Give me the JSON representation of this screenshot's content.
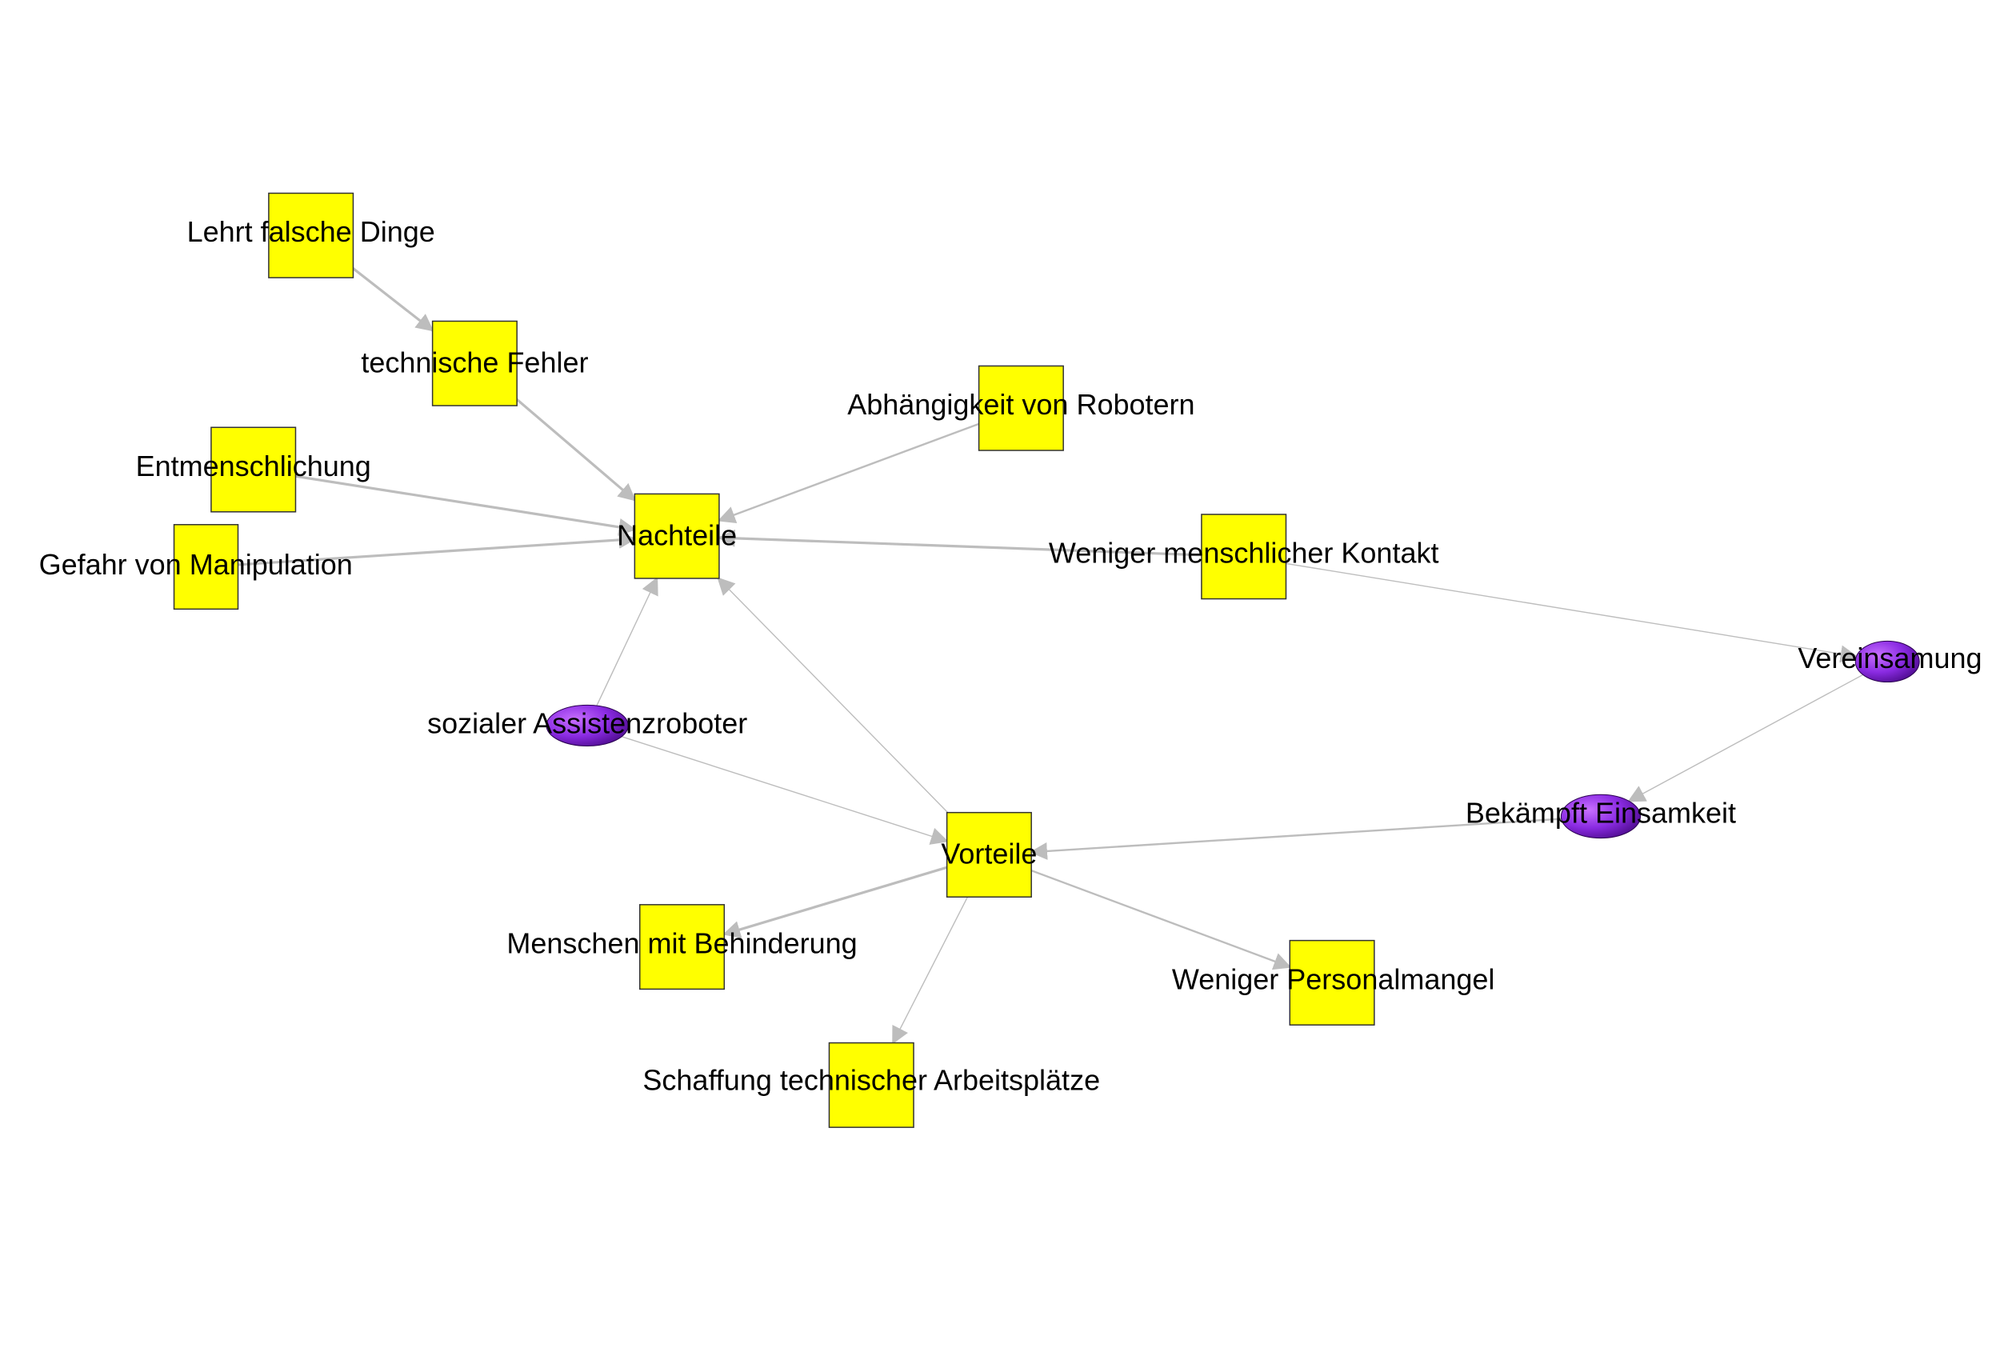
{
  "colors": {
    "box_fill": "#ffff00",
    "oval_fill_light": "#b44cff",
    "oval_fill_dark": "#5a0fa0",
    "edge": "#bdbdbd",
    "text": "#000000"
  },
  "nodes": [
    {
      "id": "lehrt",
      "label": "Lehrt falsche Dinge",
      "shape": "box"
    },
    {
      "id": "technische_fehler",
      "label": "technische Fehler",
      "shape": "box"
    },
    {
      "id": "entmenschlichung",
      "label": "Entmenschlichung",
      "shape": "box"
    },
    {
      "id": "manipulation",
      "label": "Gefahr von Manipulation",
      "shape": "box"
    },
    {
      "id": "nachteile",
      "label": "Nachteile",
      "shape": "box"
    },
    {
      "id": "abhaengigkeit",
      "label": "Abhängigkeit von Robotern",
      "shape": "box"
    },
    {
      "id": "weniger_kontakt",
      "label": "Weniger menschlicher Kontakt",
      "shape": "box"
    },
    {
      "id": "vereinsamung",
      "label": "Vereinsamung",
      "shape": "ellipse"
    },
    {
      "id": "assistenzroboter",
      "label": "sozialer Assistenzroboter",
      "shape": "ellipse"
    },
    {
      "id": "einsamkeit",
      "label": "Bekämpft Einsamkeit",
      "shape": "ellipse"
    },
    {
      "id": "vorteile",
      "label": "Vorteile",
      "shape": "box"
    },
    {
      "id": "behinderung",
      "label": "Menschen mit Behinderung",
      "shape": "box"
    },
    {
      "id": "personalmangel",
      "label": "Weniger Personalmangel",
      "shape": "box"
    },
    {
      "id": "arbeitsplaetze",
      "label": "Schaffung technischer Arbeitsplätze",
      "shape": "box"
    }
  ],
  "edges": [
    {
      "from": "lehrt",
      "to": "technische_fehler",
      "weight": "thick"
    },
    {
      "from": "technische_fehler",
      "to": "nachteile",
      "weight": "thick"
    },
    {
      "from": "entmenschlichung",
      "to": "nachteile",
      "weight": "thick"
    },
    {
      "from": "manipulation",
      "to": "nachteile",
      "weight": "thick"
    },
    {
      "from": "abhaengigkeit",
      "to": "nachteile",
      "weight": "medium"
    },
    {
      "from": "weniger_kontakt",
      "to": "nachteile",
      "weight": "thick"
    },
    {
      "from": "weniger_kontakt",
      "to": "vereinsamung",
      "weight": "thin"
    },
    {
      "from": "vereinsamung",
      "to": "einsamkeit",
      "weight": "thin"
    },
    {
      "from": "einsamkeit",
      "to": "vorteile",
      "weight": "medium"
    },
    {
      "from": "assistenzroboter",
      "to": "nachteile",
      "weight": "thin"
    },
    {
      "from": "assistenzroboter",
      "to": "vorteile",
      "weight": "thin"
    },
    {
      "from": "vorteile",
      "to": "nachteile",
      "weight": "thin"
    },
    {
      "from": "vorteile",
      "to": "behinderung",
      "weight": "thick"
    },
    {
      "from": "vorteile",
      "to": "personalmangel",
      "weight": "medium"
    },
    {
      "from": "vorteile",
      "to": "arbeitsplaetze",
      "weight": "thin"
    }
  ]
}
